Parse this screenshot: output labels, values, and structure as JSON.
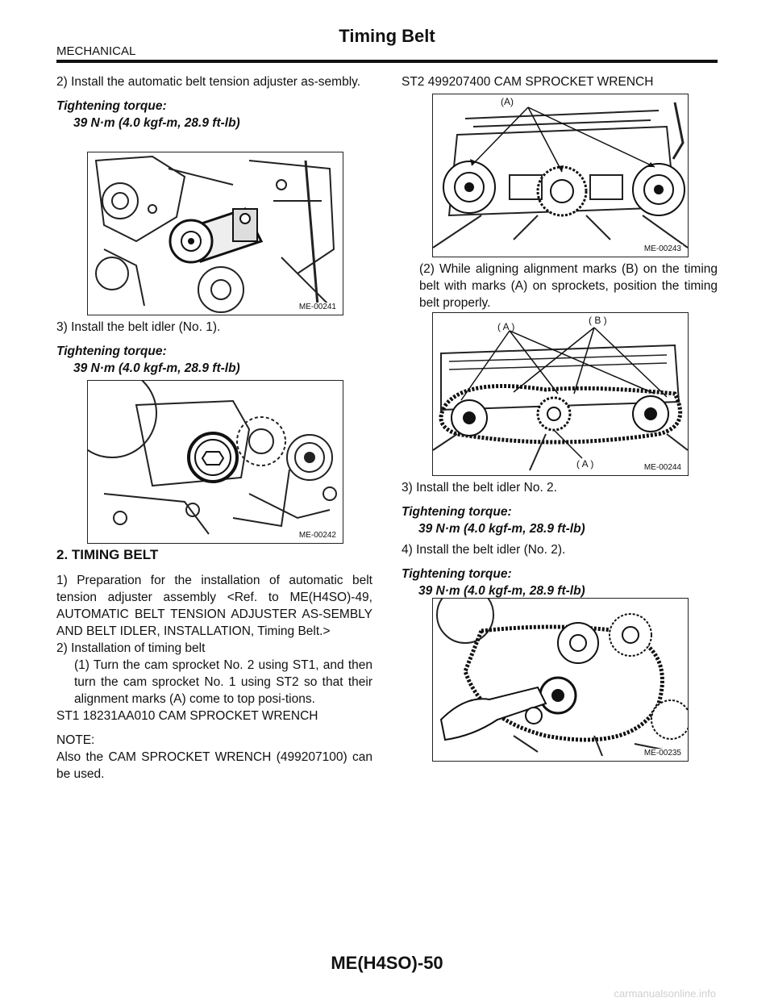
{
  "header": {
    "title": "Timing Belt",
    "section": "MECHANICAL"
  },
  "left": {
    "step2": "2) Install the automatic belt tension adjuster as-sembly.",
    "tq1_label": "Tightening torque:",
    "tq1_value": "39 N·m (4.0 kgf-m, 28.9 ft-lb)",
    "fig1_id": "ME-00241",
    "step3": "3) Install the belt idler (No. 1).",
    "tq2_label": "Tightening torque:",
    "tq2_value": "39 N·m (4.0 kgf-m, 28.9 ft-lb)",
    "fig2_id": "ME-00242",
    "heading": "2.  TIMING BELT",
    "prep": "1) Preparation for the installation of automatic belt tension adjuster assembly <Ref. to ME(H4SO)-49, AUTOMATIC BELT TENSION ADJUSTER AS-SEMBLY AND BELT IDLER, INSTALLATION, Timing Belt.>",
    "install_head": "2) Installation of timing belt",
    "install_sub1": "(1)  Turn the cam sprocket No. 2 using ST1, and then turn the cam sprocket No. 1 using ST2 so that their alignment marks (A) come to top posi-tions.",
    "st1": "ST1   18231AA010  CAM SPROCKET WRENCH",
    "note_label": "NOTE:",
    "note_text": "Also the CAM SPROCKET WRENCH (499207100) can be used."
  },
  "right": {
    "st2": "ST2    499207400    CAM SPROCKET WRENCH",
    "fig3_label": "(A)",
    "fig3_id": "ME-00243",
    "install_sub2": "(2)  While aligning alignment marks (B) on the timing belt with marks (A) on sprockets, position the timing belt properly.",
    "fig4_label_a": "( A )",
    "fig4_label_b": "( B )",
    "fig4_label_a2": "( A )",
    "fig4_id": "ME-00244",
    "step3b": "3) Install the belt idler No. 2.",
    "tq3_label": "Tightening torque:",
    "tq3_value": "39 N·m (4.0 kgf-m, 28.9 ft-lb)",
    "step4": "4) Install the belt idler (No. 2).",
    "tq4_label": "Tightening torque:",
    "tq4_value": "39 N·m (4.0 kgf-m, 28.9 ft-lb)",
    "fig5_id": "ME-00235"
  },
  "footer": {
    "page_code": "ME(H4SO)-50",
    "watermark": "carmanualsonline.info"
  }
}
